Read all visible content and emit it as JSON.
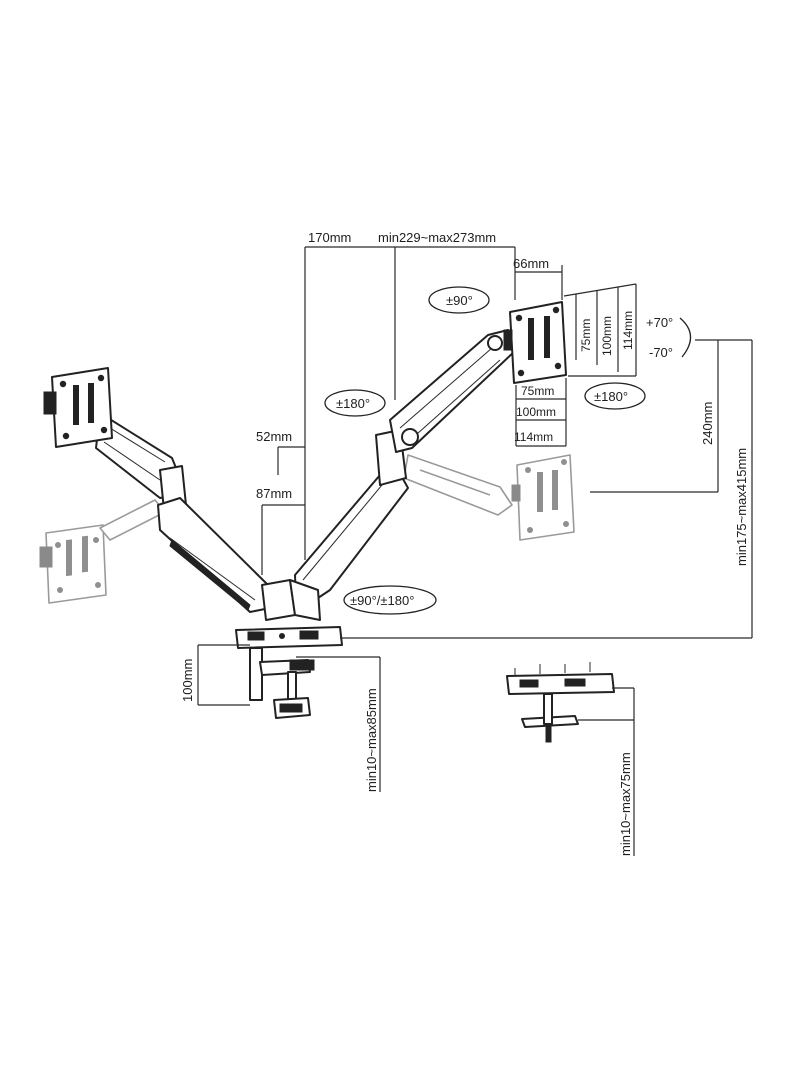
{
  "dimensions": {
    "arm_segment_1": "170mm",
    "arm_segment_2": "min229~max273mm",
    "vesa_offset": "66mm",
    "pole_offset_top": "52mm",
    "pole_offset_bottom": "87mm",
    "vertical_travel": "240mm",
    "overall_height": "min175~max415mm",
    "base_height": "100mm",
    "clamp_range": "min10~max85mm",
    "grommet_range": "min10~max75mm"
  },
  "rotations": {
    "head_rotation": "±90°",
    "tilt_up": "+70°",
    "tilt_down": "-70°",
    "upper_arm_swivel": "±180°",
    "screen_rotation": "±180°",
    "base_swivel": "±90°/±180°"
  },
  "vesa": {
    "vertical": [
      "75mm",
      "100mm",
      "114mm"
    ],
    "horizontal": [
      "75mm",
      "100mm",
      "114mm"
    ]
  }
}
